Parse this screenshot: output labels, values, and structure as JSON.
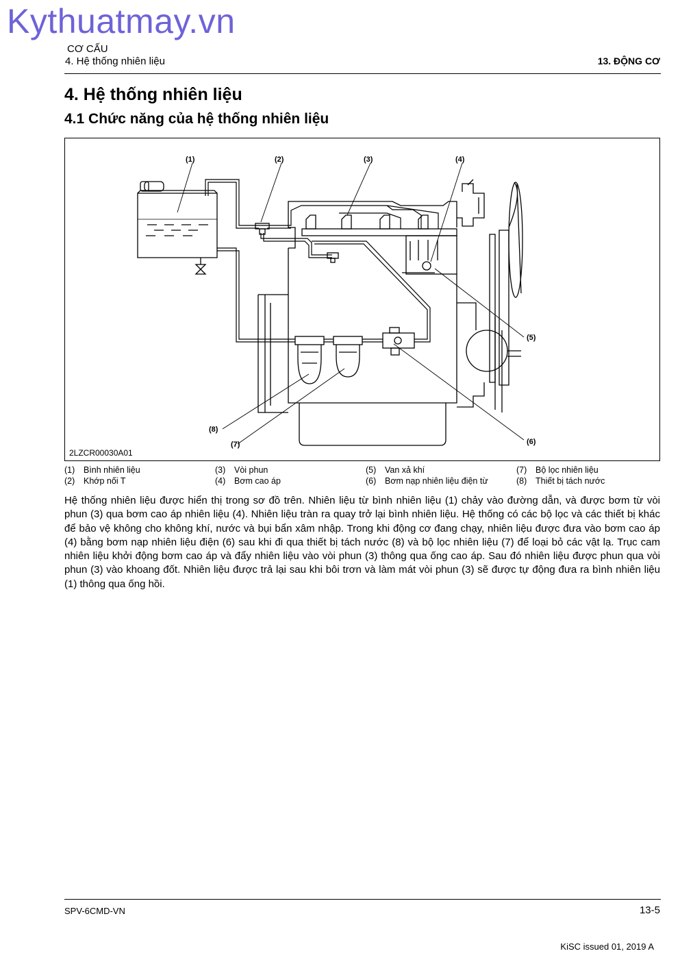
{
  "watermark": "Kythuatmay.vn",
  "header": {
    "category": "CƠ CẤU",
    "section": "4. Hệ thống nhiên liệu",
    "chapter": "13. ĐỘNG CƠ"
  },
  "title": "4. Hệ thống nhiên liệu",
  "subtitle": "4.1 Chức năng của hệ thống nhiên liệu",
  "figure": {
    "code": "2LZCR00030A01",
    "callouts": [
      "(1)",
      "(2)",
      "(3)",
      "(4)",
      "(5)",
      "(6)",
      "(7)",
      "(8)"
    ]
  },
  "legend": [
    {
      "num": "(1)",
      "text": "Bình nhiên liệu"
    },
    {
      "num": "(2)",
      "text": "Khớp nối T"
    },
    {
      "num": "(3)",
      "text": "Vòi phun"
    },
    {
      "num": "(4)",
      "text": "Bơm cao áp"
    },
    {
      "num": "(5)",
      "text": "Van xả khí"
    },
    {
      "num": "(6)",
      "text": "Bơm nạp nhiên liệu điện từ"
    },
    {
      "num": "(7)",
      "text": "Bộ lọc nhiên liệu"
    },
    {
      "num": "(8)",
      "text": "Thiết bị tách nước"
    }
  ],
  "body": "Hệ thống nhiên liệu được hiển thị trong sơ đồ trên. Nhiên liệu từ bình nhiên liệu (1) chảy vào đường dẫn, và được bơm từ vòi phun (3) qua bơm cao áp nhiên liệu (4). Nhiên liệu tràn ra quay trở lại bình nhiên liệu. Hệ thống có các bộ lọc và các thiết bị khác để bảo vệ không cho không khí, nước và bụi bẩn xâm nhập. Trong khi động cơ đang chạy, nhiên liệu được đưa vào bơm cao áp (4) bằng bơm nạp nhiên liệu điện (6) sau khi đi qua thiết bị tách nước (8) và bộ lọc nhiên liệu (7) để loại bỏ các vật lạ. Trục cam nhiên liệu khởi động bơm cao áp và đẩy nhiên liệu vào vòi phun (3) thông qua ống cao áp. Sau đó nhiên liệu được phun qua vòi phun (3) vào khoang đốt. Nhiên liệu được trả lại sau khi bôi trơn và làm mát vòi phun (3) sẽ được tự động đưa ra bình nhiên liệu (1) thông qua ống hồi.",
  "footer": {
    "doc": "SPV-6CMD-VN",
    "page": "13-5",
    "issue": "KiSC issued 01, 2019 A"
  }
}
